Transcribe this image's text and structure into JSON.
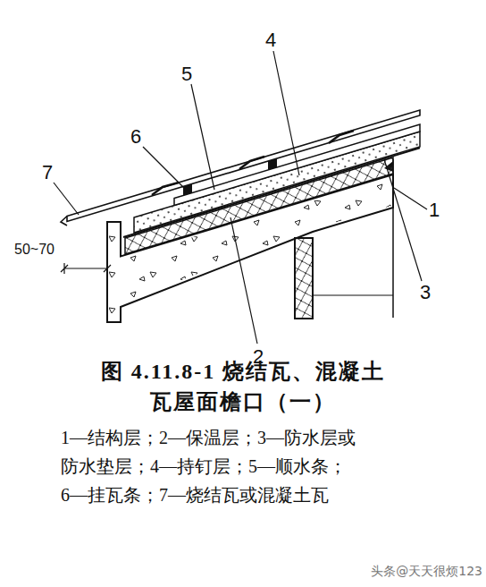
{
  "diagram": {
    "caption": "图 4.11.8-1 烧结瓦、混凝土 瓦屋面檐口（一）",
    "labels": [
      "7",
      "6",
      "5",
      "4",
      "1",
      "3",
      "2",
      "50~70",
      "1—结构层；2—保温层；3—防水层或",
      "防水垫层；4—持钉层；5—顺水条；",
      "6—挂瓦条；7—烧结瓦或混凝土瓦",
      "头条@天天很烦123"
    ]
  }
}
